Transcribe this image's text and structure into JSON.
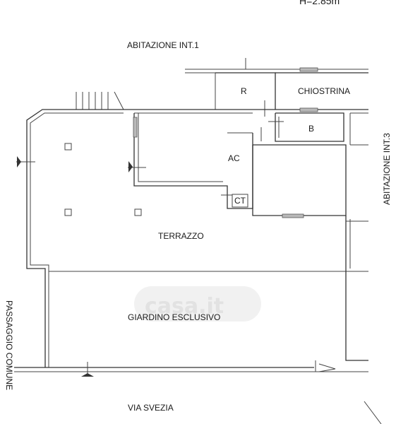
{
  "height_note": "H=2.85m",
  "labels": {
    "abitazione_int1": "ABITAZIONE INT.1",
    "abitazione_int3": "ABITAZIONE INT.3",
    "passaggio_comune": "PASSAGGIO COMUNE",
    "r": "R",
    "chiostrina": "CHIOSTRINA",
    "b": "B",
    "ac": "AC",
    "ct": "CT",
    "terrazzo": "TERRAZZO",
    "giardino": "GIARDINO ESCLUSIVO",
    "via": "VIA SVEZIA"
  },
  "watermark": "casa.it",
  "colors": {
    "wall": "#333333",
    "window": "#b9b9b9",
    "text": "#1a1a1a"
  }
}
